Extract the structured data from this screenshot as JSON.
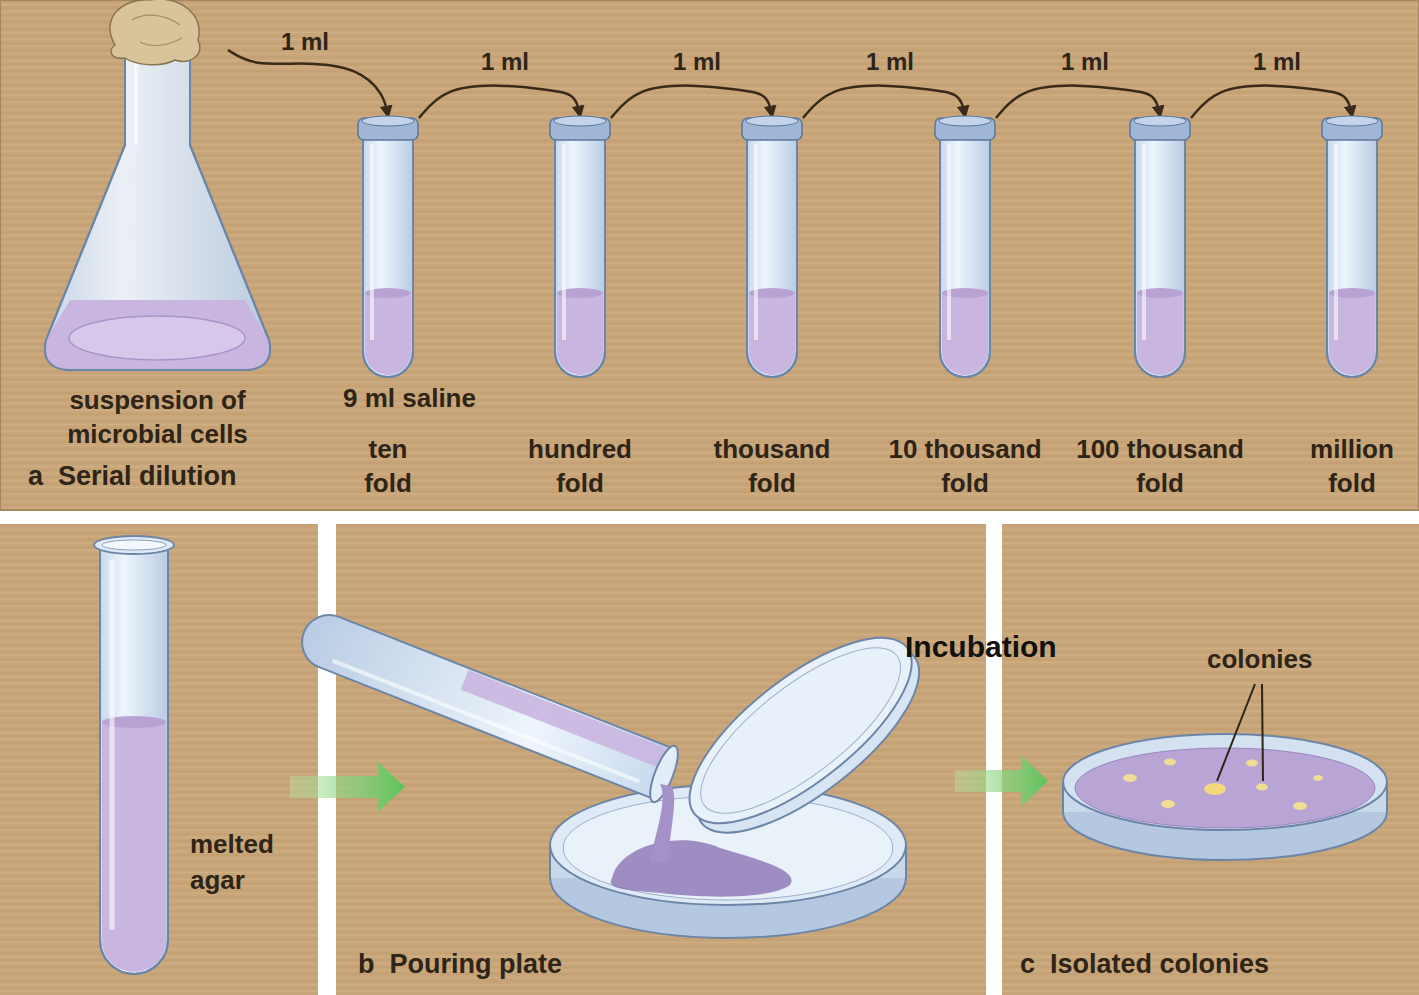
{
  "diagram": {
    "nodes": [
      {
        "text": [
          "suspension of microbial cells"
        ]
      },
      {
        "text": [
          "ten fold"
        ]
      },
      {
        "text": [
          "hundred fold"
        ]
      },
      {
        "text": [
          "thousand fold"
        ]
      },
      {
        "text": [
          "10 thousand fold"
        ]
      },
      {
        "text": [
          "100 thousand fold"
        ]
      },
      {
        "text": [
          "million fold"
        ]
      }
    ],
    "edges": [
      {
        "from": 0,
        "to": 1,
        "label": "1 ml",
        "arrow": "to"
      },
      {
        "from": 1,
        "to": 2,
        "label": "1 ml",
        "arrow": "to"
      },
      {
        "from": 2,
        "to": 3,
        "label": "1 ml",
        "arrow": "to"
      },
      {
        "from": 3,
        "to": 4,
        "label": "1 ml",
        "arrow": "to"
      },
      {
        "from": 4,
        "to": 5,
        "label": "1 ml",
        "arrow": "to"
      },
      {
        "from": 5,
        "to": 6,
        "label": "1 ml",
        "arrow": "to"
      }
    ],
    "labels": [
      "9 ml saline",
      "a  Serial dilution",
      "melted agar",
      "Incubation",
      "colonies",
      "b  Pouring plate",
      "c  Isolated colonies"
    ]
  }
}
